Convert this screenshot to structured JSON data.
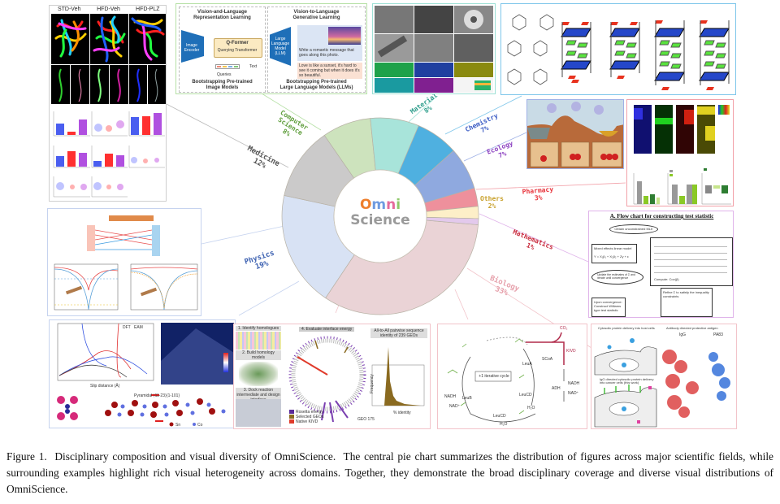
{
  "chart_data": {
    "type": "pie",
    "subtype": "donut",
    "center_title": {
      "part1": "O",
      "part2": "m",
      "part3": "n",
      "part4": "i",
      "line2": "Science"
    },
    "categories": [
      "Biology",
      "Physics",
      "Medicine",
      "Computer Science",
      "Material",
      "Chemistry",
      "Ecology",
      "Pharmacy",
      "Others",
      "Mathematics"
    ],
    "values": [
      33,
      19,
      12,
      8,
      8,
      7,
      7,
      3,
      2,
      1
    ],
    "labels": [
      {
        "name": "Biology",
        "pct": "33%",
        "color": "#e6a0ab"
      },
      {
        "name": "Physics",
        "pct": "19%",
        "color": "#3a5fb0"
      },
      {
        "name": "Medicine",
        "pct": "12%",
        "color": "#555555"
      },
      {
        "name": "Computer",
        "name2": "Science",
        "pct": "8%",
        "color": "#5f9e3c"
      },
      {
        "name": "Material",
        "pct": "8%",
        "color": "#2e9e8c"
      },
      {
        "name": "Chemistry",
        "pct": "7%",
        "color": "#3b5cc4"
      },
      {
        "name": "Ecology",
        "pct": "7%",
        "color": "#8a3fc0"
      },
      {
        "name": "Pharmacy",
        "pct": "3%",
        "color": "#e8333b"
      },
      {
        "name": "Others",
        "pct": "2%",
        "color": "#c8a02a"
      },
      {
        "name": "Mathematics",
        "pct": "1%",
        "color": "#c8283a"
      }
    ],
    "slice_colors": [
      "#ead3d6",
      "#d8e2f4",
      "#cbcaca",
      "#cde3bd",
      "#a8e4da",
      "#4fb0e0",
      "#8fa9df",
      "#ee909c",
      "#fdefc8",
      "#e3c9ec"
    ]
  },
  "panels": {
    "computer_science": {
      "left_title": "Vision-and-Language\nRepresentation Learning",
      "left_title_1": "Vision-and-Language",
      "left_title_2": "Representation Learning",
      "encoder": "Image Encoder",
      "qformer": "Q-Former",
      "qformer_sub": "Querying Transformer",
      "queries": "Queries",
      "text": "Text",
      "left_foot_1": "Bootstrapping Pre-trained",
      "left_foot_2": "Image Models",
      "right_title_1": "Vision-to-Language",
      "right_title_2": "Generative Learning",
      "llm": "Large Language Model (LLM)",
      "prompt": "Write a romantic message that goes along this photo.",
      "answer": "Love is like a sunset, it's hard to see it coming but when it does it's so beautiful.",
      "right_foot_1": "Bootstrapping Pre-trained",
      "right_foot_2": "Large Language Models (LLMs)"
    },
    "medicine": {
      "col1": "STD-Veh",
      "col2": "HFD-Veh",
      "col3": "HFD-PLZ"
    },
    "mathematics": {
      "title": "A. Flow chart for constructing test statistic",
      "node1": "Obtain unconstrained MLE",
      "node2": "Mixed effects linear model",
      "node3": "Update the estimates of Σ and iterate until convergence",
      "node4": "Upon convergence: Construct Williams type test statistic",
      "node5": "Refine Σ to satisfy the inequality constraints",
      "compute": "Compute: Cov(β)"
    },
    "physics": {
      "xlabel": "Slip distance (Å)",
      "legend1": "DFT",
      "legend2": "EAM",
      "label_ptr": "Pyramidal ⟨11-23⟩{1-101}",
      "sn": "Sn",
      "co": "Co"
    },
    "biology_a": {
      "step1": "1. Identify homologues",
      "step2": "2. Build homology models",
      "step3": "3. Dock reaction intermediate and design interface",
      "step4": "4. Evaluate interface energy",
      "hist_title": "All-to-All pairwise sequence identity of 239 GEOs",
      "xlabel": "% identity",
      "ylabel": "Frequency",
      "geo": "GEO 175",
      "legend": [
        "Rosetta energy",
        "Selected GEOs",
        "Native KIVD"
      ]
    },
    "biology_b": {
      "cycle": "+1 iterative cycle",
      "co2": "CO₂",
      "kivd": "KIVD",
      "adh": "ADH",
      "nadh": "NADH",
      "nad": "NAD⁺",
      "leua": "LeuA",
      "leucd": "LeuCD",
      "leub": "LeuB",
      "scoa": "SCoA",
      "h2o": "H₂O"
    },
    "biology_c": {
      "title_a": "Cytosolic protein delivery into host cells",
      "title_c": "Antibody directed protective antigen",
      "igg": "IgG",
      "pa": "PA83",
      "title_b": "IgG directed cytosolic protein delivery into cancer cells (this work)"
    }
  },
  "caption": {
    "label": "Figure 1.",
    "title": "Disciplinary composition and visual diversity of OmniScience.",
    "body": "The central pie chart summarizes the distribution of figures across major scientific fields, while surrounding examples highlight rich visual heterogeneity across domains. Together, they demonstrate the broad disciplinary coverage and diverse visual distributions of OmniScience."
  }
}
